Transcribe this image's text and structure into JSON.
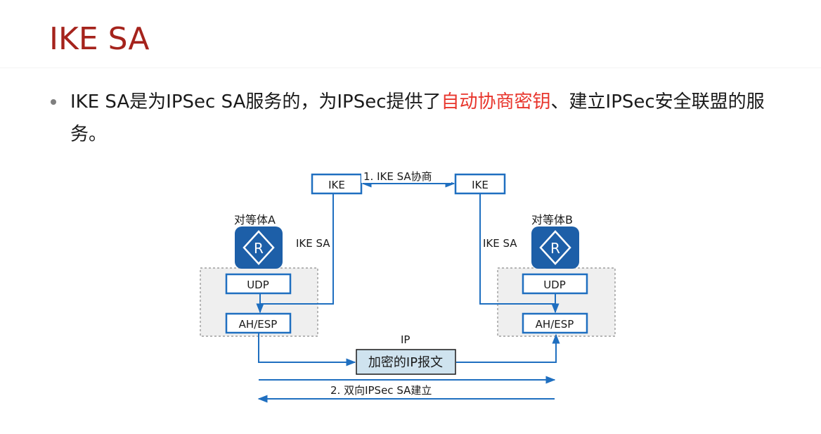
{
  "title": "IKE SA",
  "bullet": {
    "part1": "IKE SA是为IPSec SA服务的，为IPSec提供了",
    "highlight": "自动协商密钥",
    "part2": "、建立IPSec安全联盟的服务。"
  },
  "diagram": {
    "ike_left": "IKE",
    "ike_right": "IKE",
    "negotiation_label": "1.   IKE SA协商",
    "peer_a": "对等体A",
    "peer_b": "对等体B",
    "router_glyph": "R",
    "ike_sa_left": "IKE SA",
    "ike_sa_right": "IKE SA",
    "udp_left": "UDP",
    "udp_right": "UDP",
    "ahesp_left": "AH/ESP",
    "ahesp_right": "AH/ESP",
    "ip_label": "IP",
    "encrypted_packet": "加密的IP报文",
    "bidirectional_label": "2.   双向IPSec SA建立"
  },
  "colors": {
    "title": "#a5231c",
    "highlight": "#e8352c",
    "line": "#1f6fc0",
    "router": "#1d5fa8",
    "packet_fill": "#cfe3ef"
  }
}
